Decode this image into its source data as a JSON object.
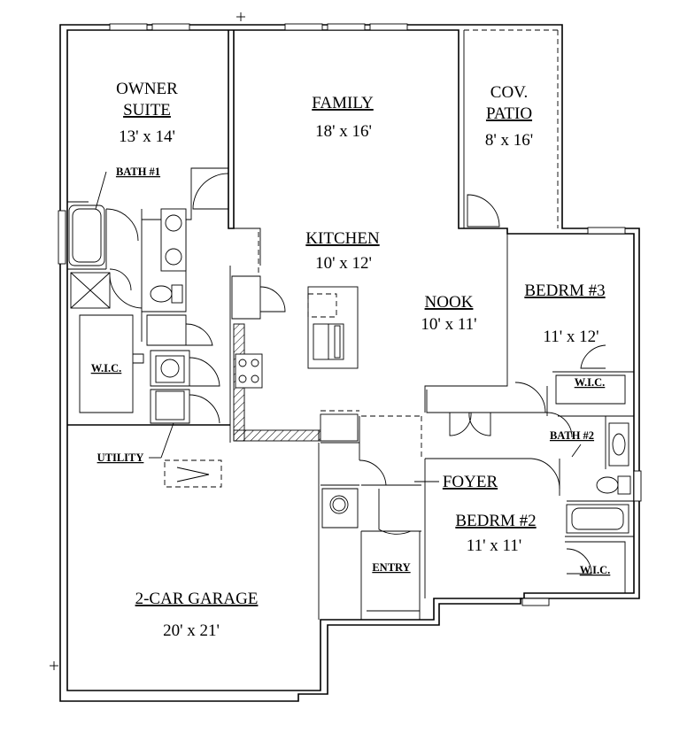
{
  "rooms": {
    "owner_suite": {
      "name_line1": "OWNER",
      "name_line2": "SUITE",
      "size": "13' x 14'"
    },
    "family": {
      "name": "FAMILY",
      "size": "18' x 16'"
    },
    "patio": {
      "name_line1": "COV.",
      "name_line2": "PATIO",
      "size": "8' x 16'"
    },
    "bath1": {
      "name": "BATH #1"
    },
    "kitchen": {
      "name": "KITCHEN",
      "size": "10' x 12'"
    },
    "nook": {
      "name": "NOOK",
      "size": "10' x 11'"
    },
    "bedrm3": {
      "name": "BEDRM #3",
      "size": "11' x 12'"
    },
    "wic_owner": {
      "name": "W.I.C."
    },
    "wic3": {
      "name": "W.I.C."
    },
    "bath2": {
      "name": "BATH #2"
    },
    "utility": {
      "name": "UTILITY"
    },
    "foyer": {
      "name": "FOYER"
    },
    "bedrm2": {
      "name": "BEDRM #2",
      "size": "11' x 11'"
    },
    "entry": {
      "name": "ENTRY"
    },
    "wic2": {
      "name": "W.I.C."
    },
    "garage": {
      "name": "2-CAR GARAGE",
      "size": "20' x 21'"
    }
  }
}
